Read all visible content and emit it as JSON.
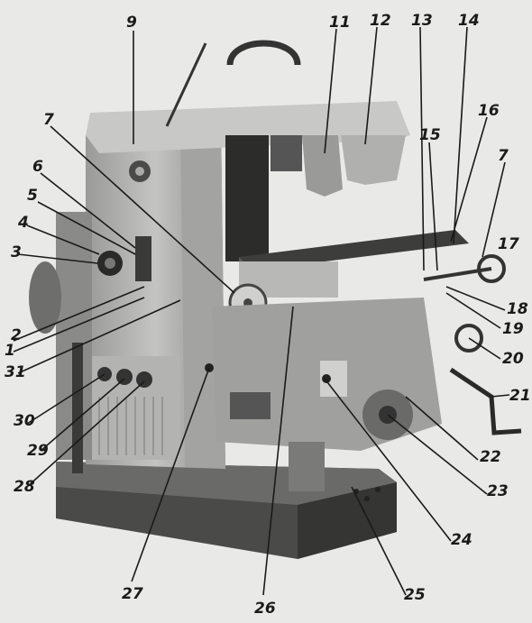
{
  "callouts": {
    "c1": "1",
    "c2": "2",
    "c3": "3",
    "c4": "4",
    "c5": "5",
    "c6": "6",
    "c7a": "7",
    "c7b": "7",
    "c9": "9",
    "c11": "11",
    "c12": "12",
    "c13": "13",
    "c14": "14",
    "c15": "15",
    "c16": "16",
    "c17": "17",
    "c18": "18",
    "c19": "19",
    "c20": "20",
    "c21": "21",
    "c22": "22",
    "c23": "23",
    "c24": "24",
    "c25": "25",
    "c26": "26",
    "c27": "27",
    "c28": "28",
    "c29": "29",
    "c30": "30",
    "c31": "31"
  },
  "colors": {
    "background": "#e9e9e7",
    "machine_light": "#bdbdbb",
    "machine_mid": "#8e8e8c",
    "machine_dark": "#3a3a38",
    "ink": "#1a1a1a"
  }
}
